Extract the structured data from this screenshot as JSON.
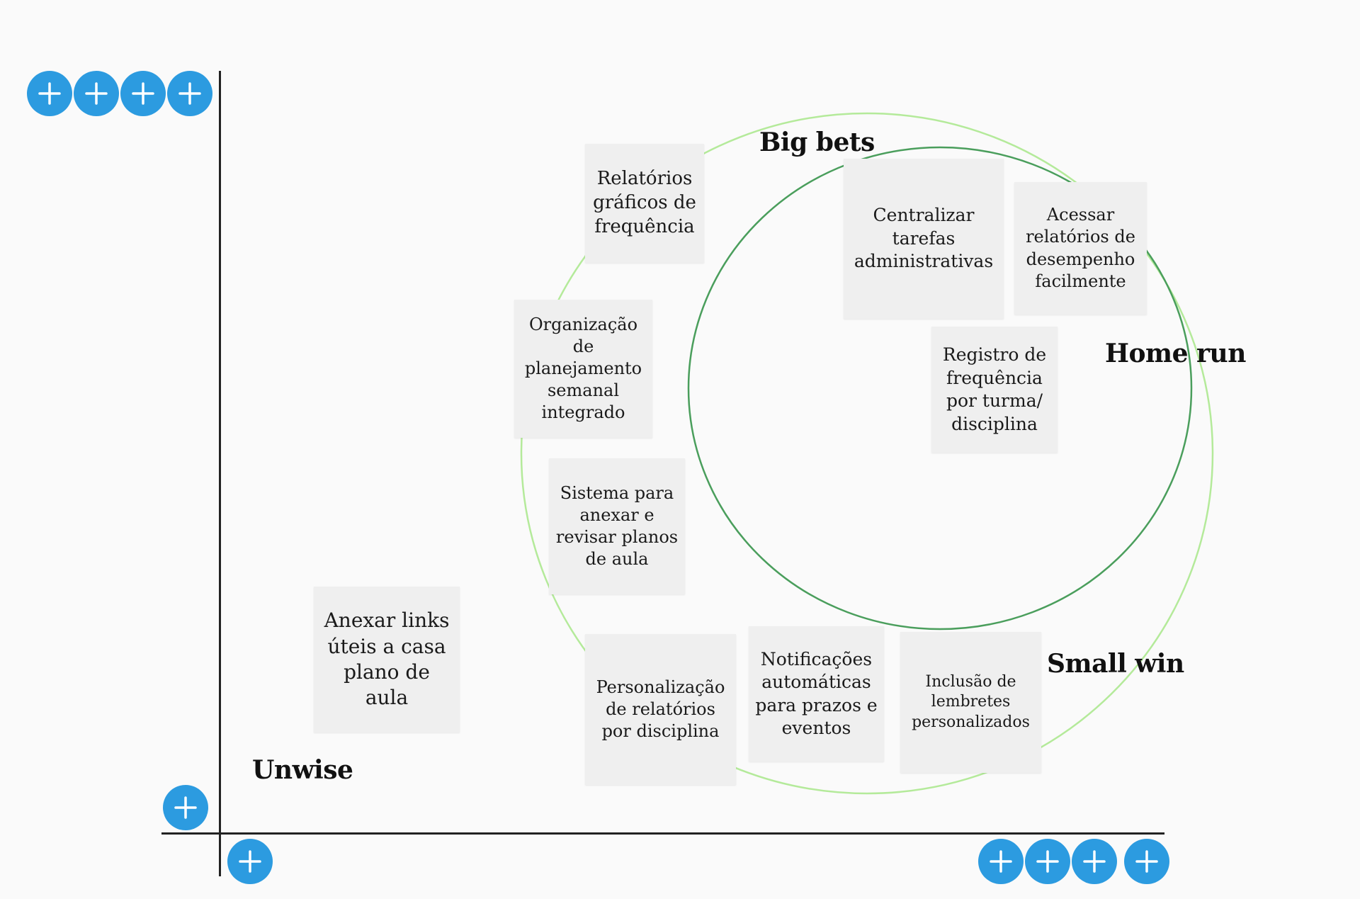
{
  "colors": {
    "background": "#fafafa",
    "outer_circle": "#b4ea9a",
    "inner_circle": "#4a9e5c",
    "add_button": "#2c9be0",
    "note": "#efefef"
  },
  "quadrant_labels": {
    "big_bets": "Big bets",
    "home_run": "Home run",
    "small_win": "Small win",
    "unwise": "Unwise"
  },
  "notes": [
    {
      "id": "relatorios-graficos",
      "text": "Relatórios gráficos de frequência"
    },
    {
      "id": "centralizar-tarefas",
      "text": "Centralizar tarefas administrativas"
    },
    {
      "id": "acessar-relatorios",
      "text": "Acessar relatórios de desempenho facilmente"
    },
    {
      "id": "organizacao-planejamento",
      "text": "Organização de planejamento semanal integrado"
    },
    {
      "id": "registro-frequencia",
      "text": "Registro de frequência por turma/ disciplina"
    },
    {
      "id": "sistema-anexar",
      "text": "Sistema para anexar e revisar planos de aula"
    },
    {
      "id": "anexar-links",
      "text": "Anexar links úteis a casa plano de aula"
    },
    {
      "id": "personalizacao-relatorios",
      "text": "Personalização de relatórios por disciplina"
    },
    {
      "id": "notificacoes-automaticas",
      "text": "Notificações automáticas para prazos e eventos"
    },
    {
      "id": "inclusao-lembretes",
      "text": "Inclusão de lembretes personalizados"
    }
  ],
  "add_buttons": {
    "top_left": [
      "plus-icon",
      "plus-icon",
      "plus-icon",
      "plus-icon"
    ],
    "bottom_left": [
      "plus-icon"
    ],
    "axis_origin": [
      "plus-icon"
    ],
    "bottom_right": [
      "plus-icon",
      "plus-icon",
      "plus-icon",
      "plus-icon"
    ]
  }
}
